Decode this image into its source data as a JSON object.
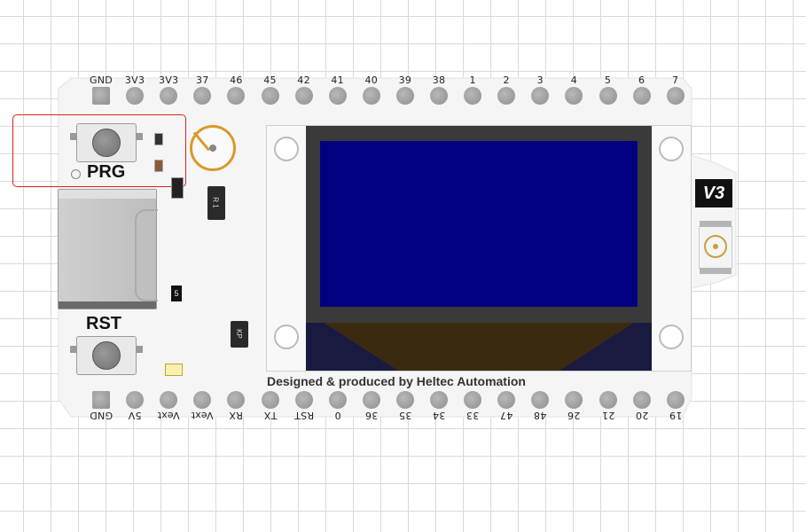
{
  "board": {
    "top_pins": [
      "GND",
      "3V3",
      "3V3",
      "37",
      "46",
      "45",
      "42",
      "41",
      "40",
      "39",
      "38",
      "1",
      "2",
      "3",
      "4",
      "5",
      "6",
      "7"
    ],
    "bottom_pins": [
      "GND",
      "5V",
      "Vext",
      "Vext",
      "RX",
      "TX",
      "RST",
      "0",
      "36",
      "35",
      "34",
      "33",
      "47",
      "48",
      "26",
      "21",
      "20",
      "19"
    ],
    "prg_label": "PRG",
    "rst_label": "RST",
    "version_label": "V3",
    "credit_text": "Designed & produced by Heltec Automation",
    "chip_label_r1": "R 1",
    "chip_label_kp": "KP",
    "smd_label_5": "5",
    "colors": {
      "pcb": "#f4f4f4",
      "oled_screen": "#020080",
      "oled_frame": "#3a3a3a",
      "flex_cable": "#3a2a10",
      "selection": "#e0201c"
    }
  }
}
